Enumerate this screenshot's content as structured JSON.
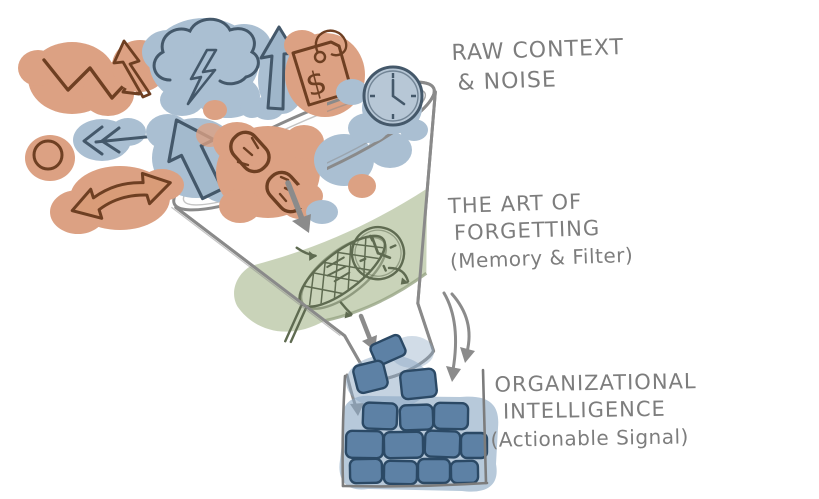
{
  "labels": {
    "raw": {
      "line1": "RAW CONTEXT",
      "line2": "& NOISE"
    },
    "art": {
      "line1": "THE ART OF",
      "line2": "FORGETTING",
      "line3": "(Memory & Filter)"
    },
    "org": {
      "line1": "ORGANIZATIONAL",
      "line2": "INTELLIGENCE",
      "line3": "(Actionable Signal)"
    }
  },
  "glyphs": {
    "price_tag_symbol": "$"
  },
  "icons": [
    "volatility-arrow-icon",
    "up-arrow-small-icon",
    "storm-cloud-icon",
    "rising-arrow-icon",
    "price-tag-icon",
    "clock-icon",
    "dot-icon",
    "rewind-arrows-icon",
    "big-up-arrow-icon",
    "broken-chain-icon",
    "double-arrow-icon",
    "sieve-filter-icon",
    "fading-clock-icon",
    "signal-blocks",
    "collection-bin"
  ],
  "colors": {
    "orange_fill": "#DCA183",
    "orange_line": "#6E3F22",
    "blue_fill": "#AABFD2",
    "blue_line": "#44586A",
    "green_band": "#C9D3B9",
    "green_line": "#5F6B51",
    "funnel_line": "#8A8A8A",
    "arrow_gray": "#8B8B8B",
    "block_fill": "#5D81A5",
    "block_line": "#2B4965",
    "block_halo": "#8BA8C3",
    "text_gray": "#7D7D7D",
    "background": "#FFFFFF"
  }
}
